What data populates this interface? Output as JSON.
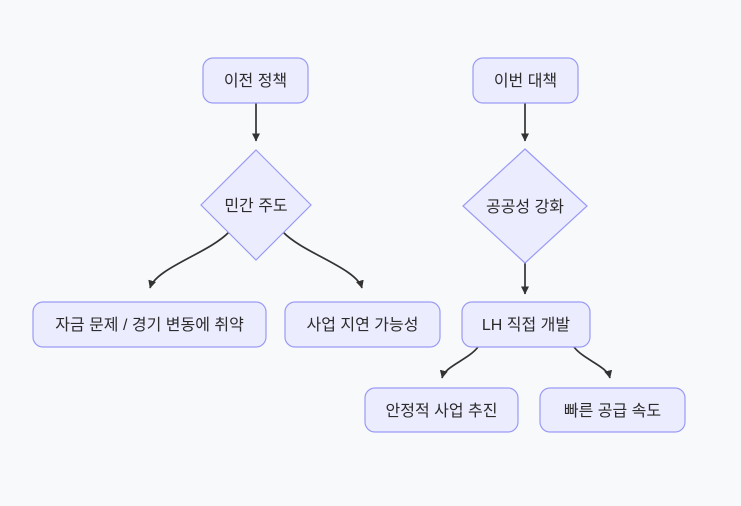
{
  "diagram": {
    "title": "policy-comparison-flowchart",
    "colors": {
      "background": "#f8f9fb",
      "node_fill": "#ececff",
      "node_border": "#9a9af5",
      "edge": "#333333",
      "text": "#2b2b2b"
    },
    "left_flow": {
      "start": "이전 정책",
      "decision": "민간 주도",
      "outcome_1": "자금 문제 / 경기 변동에 취약",
      "outcome_2": "사업 지연 가능성"
    },
    "right_flow": {
      "start": "이번 대책",
      "decision": "공공성 강화",
      "middle": "LH 직접 개발",
      "outcome_1": "안정적 사업 추진",
      "outcome_2": "빠른 공급 속도"
    }
  }
}
